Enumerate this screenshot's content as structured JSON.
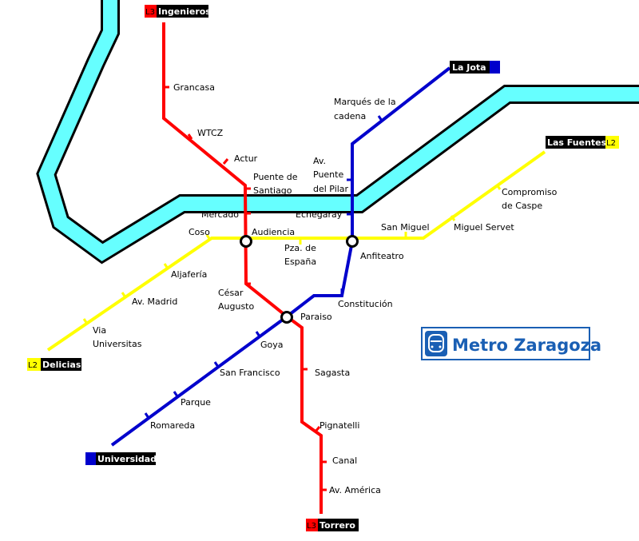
{
  "colors": {
    "river": "#66ffff",
    "river_edge": "#000000",
    "line_red": "#ff0000",
    "line_blue": "#0000cc",
    "line_yellow": "#ffff00",
    "terminal_bg": "#000000",
    "logo_blue": "#1a5fb4"
  },
  "lines": [
    {
      "code": "L3",
      "color": "red",
      "terminals": [
        "Ingenieros",
        "Torrero"
      ]
    },
    {
      "code": "L2",
      "color": "yellow",
      "terminals": [
        "Delicias",
        "Las Fuentes"
      ]
    },
    {
      "code": "",
      "color": "blue",
      "terminals": [
        "Universidad",
        "La Jota"
      ]
    }
  ],
  "terminals": {
    "ingenieros": {
      "code": "L3",
      "name": "Ingenieros"
    },
    "la_jota": {
      "code": "",
      "name": "La Jota"
    },
    "las_fuentes": {
      "code": "L2",
      "name": "Las Fuentes"
    },
    "delicias": {
      "code": "L2",
      "name": "Delicias"
    },
    "universidad": {
      "code": "",
      "name": "Universidad"
    },
    "torrero": {
      "code": "L3",
      "name": "Torrero"
    }
  },
  "stations": {
    "grancasa": "Grancasa",
    "wtcz": "WTCZ",
    "actur": "Actur",
    "puente_santiago": [
      "Puente de",
      "Santiago"
    ],
    "mercado": "Mercado",
    "audiencia": "Audiencia",
    "cesar_augusto": [
      "César",
      "Augusto"
    ],
    "paraiso": "Paraiso",
    "sagasta": "Sagasta",
    "pignatelli": "Pignatelli",
    "canal": "Canal",
    "av_america": "Av. América",
    "marques_cadena": [
      "Marqués de la",
      "cadena"
    ],
    "av_puente_pilar": [
      "Av.",
      "Puente",
      "del Pilar"
    ],
    "echegaray": "Echegaray",
    "anfiteatro": "Anfiteatro",
    "constitucion": "Constitución",
    "goya": "Goya",
    "san_francisco": "San Francisco",
    "parque": "Parque",
    "romareda": "Romareda",
    "coso": "Coso",
    "aljaferia": "Aljafería",
    "av_madrid": "Av. Madrid",
    "via_universitas": [
      "Via",
      "Universitas"
    ],
    "pza_espana": [
      "Pza. de",
      "España"
    ],
    "san_miguel": "San Miguel",
    "miguel_servet": "Miguel Servet",
    "compromiso_caspe": [
      "Compromiso",
      "de Caspe"
    ]
  },
  "logo": {
    "text": "Metro Zaragoza",
    "icon": "train-icon"
  }
}
